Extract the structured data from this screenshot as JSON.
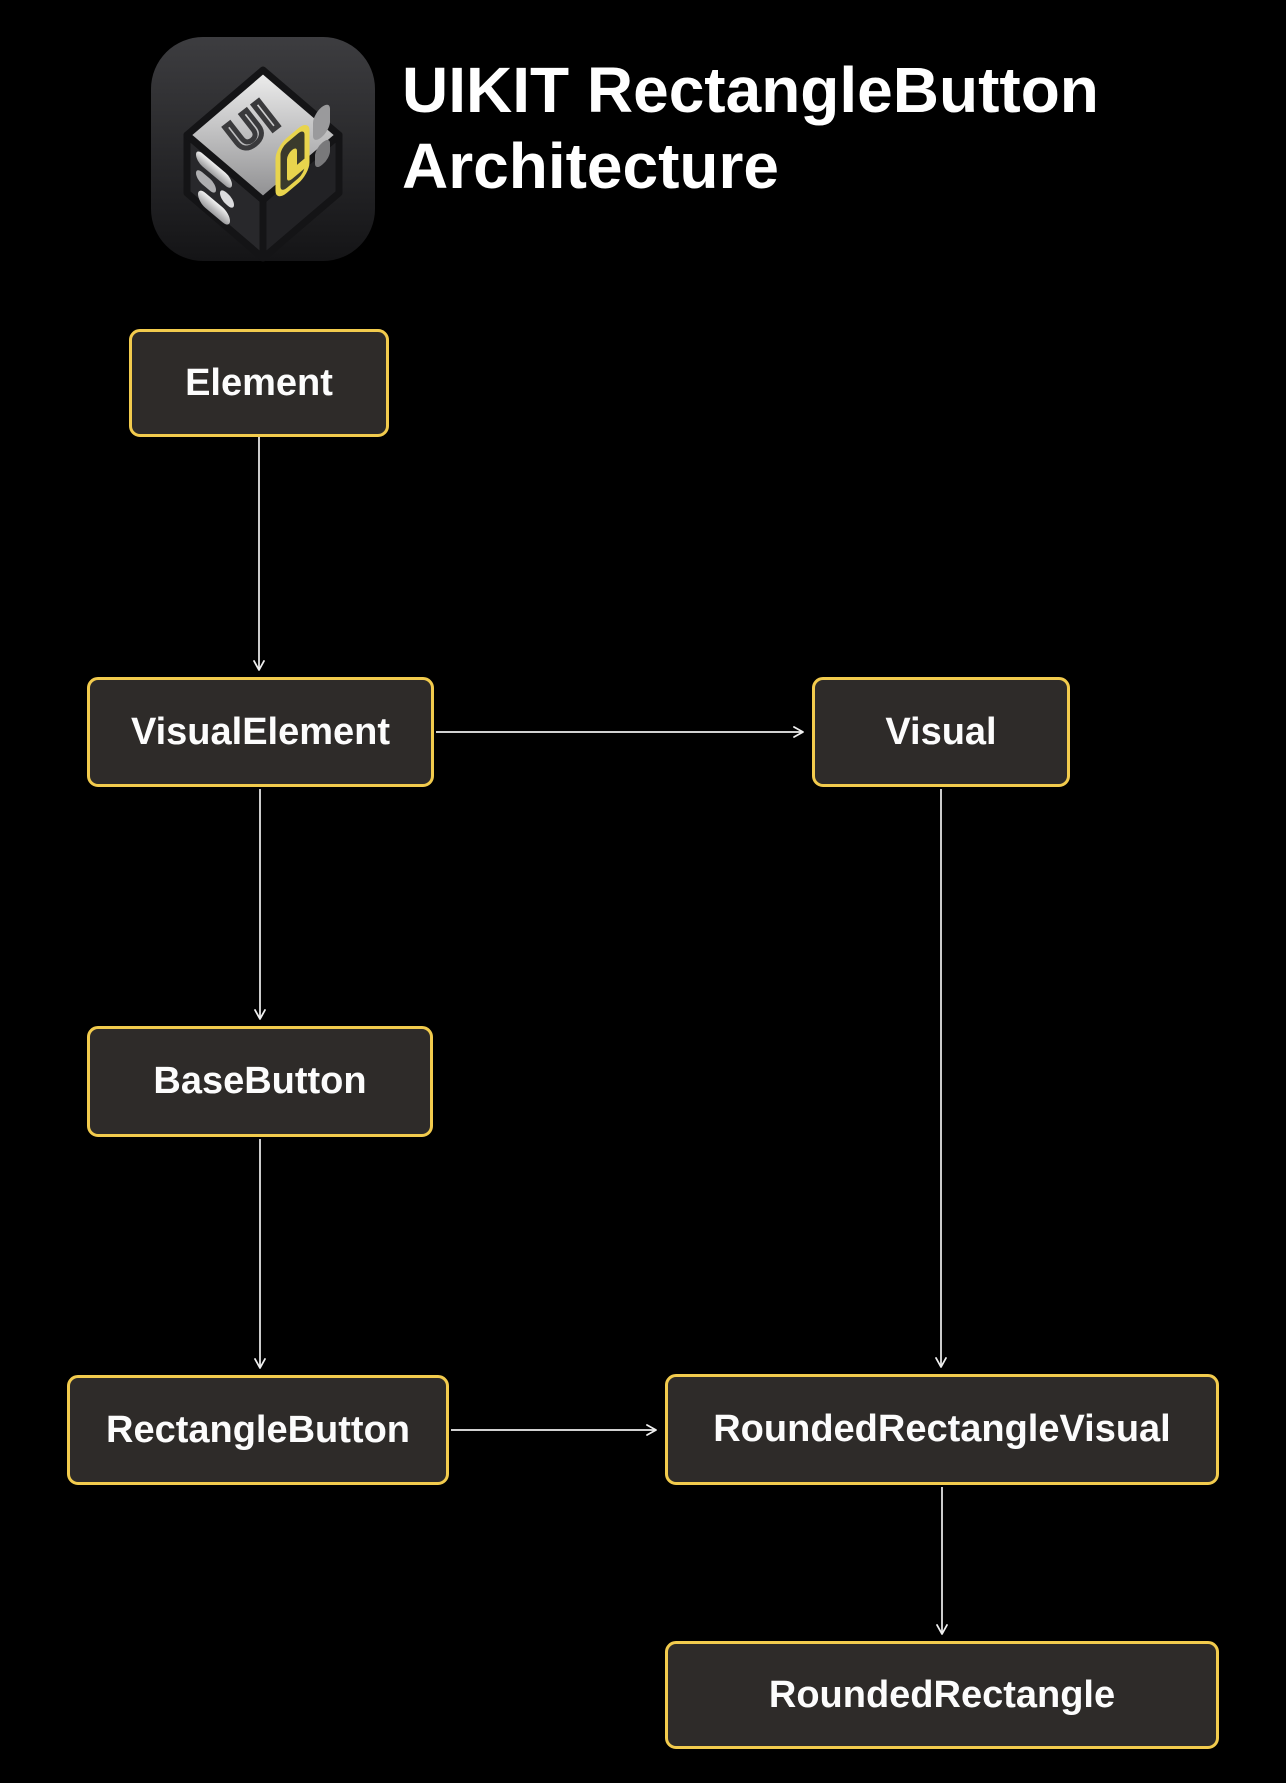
{
  "header": {
    "title_line1": "UIKIT RectangleButton",
    "title_line2": "Architecture",
    "logo_text": "UI"
  },
  "diagram": {
    "nodes": [
      {
        "id": "element",
        "label": "Element"
      },
      {
        "id": "visual_element",
        "label": "VisualElement"
      },
      {
        "id": "visual",
        "label": "Visual"
      },
      {
        "id": "base_button",
        "label": "BaseButton"
      },
      {
        "id": "rectangle_button",
        "label": "RectangleButton"
      },
      {
        "id": "rounded_rectangle_visual",
        "label": "RoundedRectangleVisual"
      },
      {
        "id": "rounded_rectangle",
        "label": "RoundedRectangle"
      }
    ],
    "edges": [
      {
        "from": "Element",
        "to": "VisualElement",
        "direction": "down"
      },
      {
        "from": "VisualElement",
        "to": "Visual",
        "direction": "right"
      },
      {
        "from": "VisualElement",
        "to": "BaseButton",
        "direction": "down"
      },
      {
        "from": "BaseButton",
        "to": "RectangleButton",
        "direction": "down"
      },
      {
        "from": "Visual",
        "to": "RoundedRectangleVisual",
        "direction": "down"
      },
      {
        "from": "RectangleButton",
        "to": "RoundedRectangleVisual",
        "direction": "right"
      },
      {
        "from": "RoundedRectangleVisual",
        "to": "RoundedRectangle",
        "direction": "down"
      }
    ],
    "colors": {
      "background": "#000000",
      "node_fill": "#2e2b29",
      "node_border": "#f2cb4d",
      "node_text": "#fcfcfc",
      "arrow": "#efefef",
      "logo_accent": "#e8d44d"
    }
  }
}
